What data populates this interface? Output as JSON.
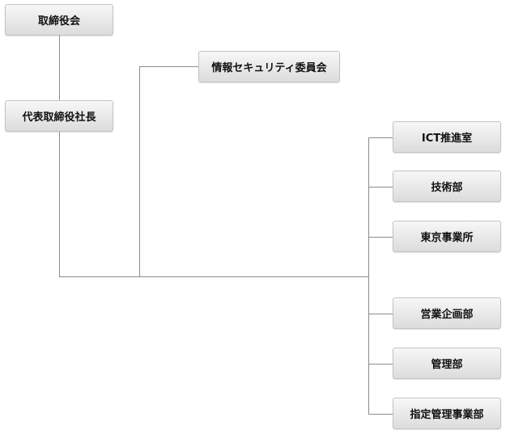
{
  "nodes": {
    "board": "取締役会",
    "president": "代表取締役社長",
    "security_committee": "情報セキュリティ委員会",
    "departments": [
      "ICT推進室",
      "技術部",
      "東京事業所",
      "営業企画部",
      "管理部",
      "指定管理事業部"
    ]
  }
}
